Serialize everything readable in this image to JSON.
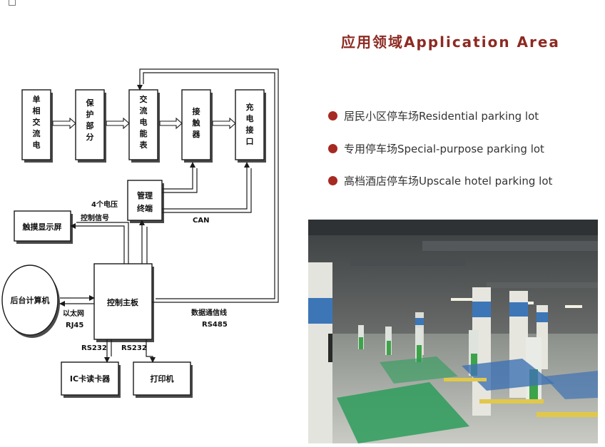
{
  "diagram": {
    "boxes": {
      "single_phase_ac": "单相交流电",
      "protection": "保护部分",
      "ac_meter": "交流电能表",
      "contactor": "接触器",
      "charging_port": "充电接口",
      "management_terminal": "管理终端",
      "touch_display": "触摸显示屏",
      "backend_computer": "后台计算机",
      "control_board": "控制主板",
      "ic_card_reader": "IC卡读卡器",
      "printer": "打印机"
    },
    "labels": {
      "voltage_signal_1": "4个电压",
      "voltage_signal_2": "控制信号",
      "can": "CAN",
      "ethernet": "以太网",
      "rj45": "RJ45",
      "data_line": "数据通信线",
      "rs485": "RS485",
      "rs232_left": "RS232",
      "rs232_right": "RS232"
    }
  },
  "application_area": {
    "title": "应用领域Application Area",
    "items": [
      "居民小区停车场Residential parking lot",
      "专用停车场Special-purpose parking lot",
      "高档酒店停车场Upscale hotel parking lot"
    ],
    "bullet_color": "#a52a22",
    "title_color": "#8c2a22"
  }
}
